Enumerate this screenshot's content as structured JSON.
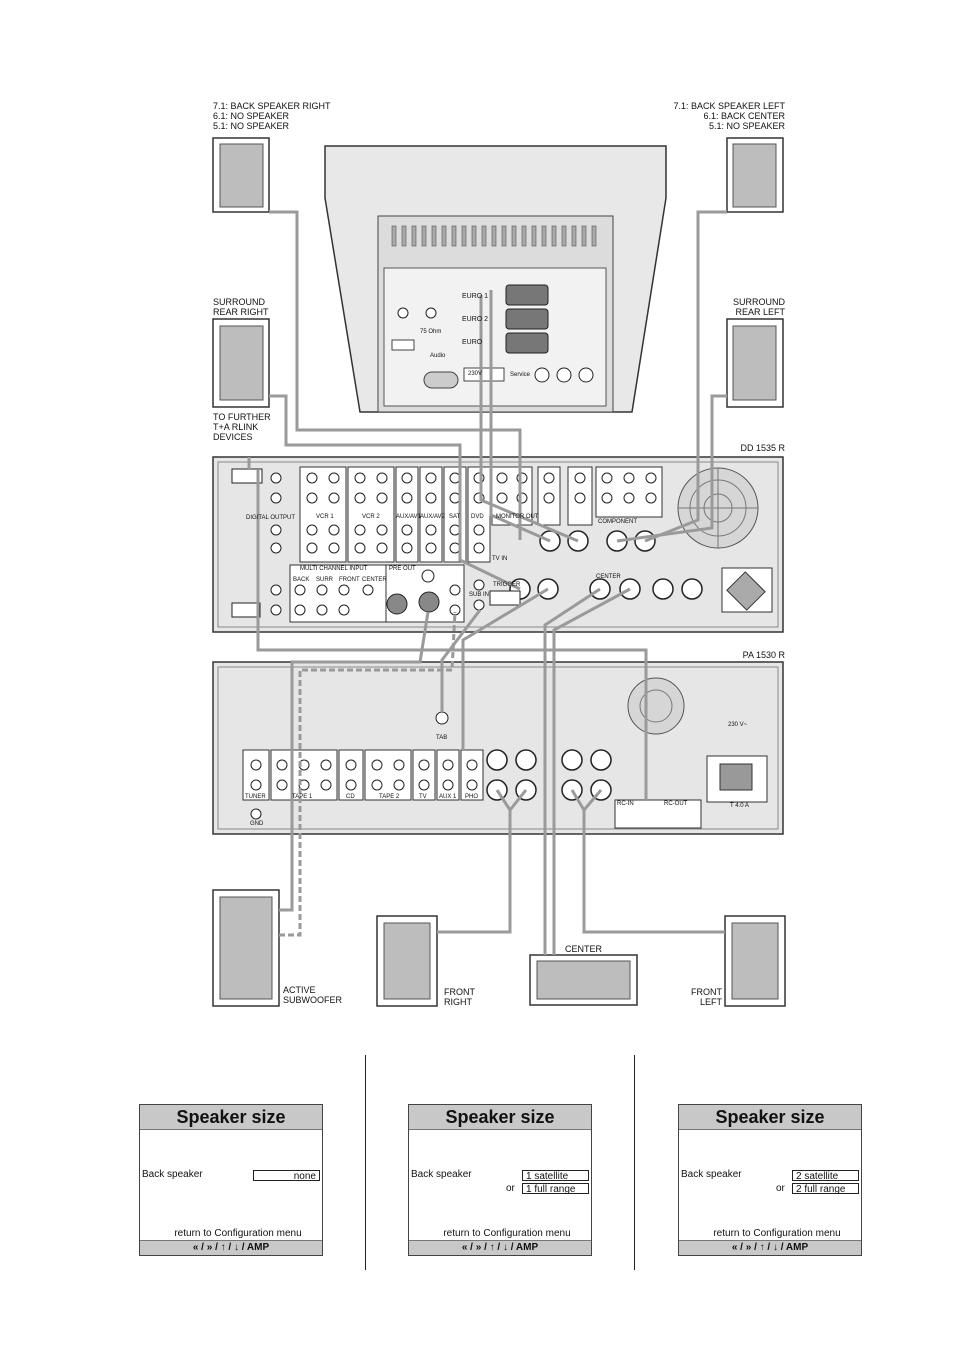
{
  "labels": {
    "back_right": [
      "7.1: BACK SPEAKER RIGHT",
      "6.1: NO SPEAKER",
      "5.1: NO SPEAKER"
    ],
    "back_left": [
      "7.1: BACK SPEAKER LEFT",
      "6.1: BACK CENTER",
      "5.1: NO SPEAKER"
    ],
    "surround_right": [
      "SURROUND",
      "REAR RIGHT"
    ],
    "surround_left": [
      "SURROUND",
      "REAR  LEFT"
    ],
    "rlink": [
      "TO FURTHER",
      "T+A RLINK",
      "DEVICES"
    ],
    "dd_model": "DD 1535 R",
    "pa_model": "PA 1530 R",
    "subwoofer": [
      "ACTIVE",
      "SUBWOOFER"
    ],
    "front_right": [
      "FRONT",
      "RIGHT"
    ],
    "center": "CENTER",
    "front_left": [
      "FRONT",
      "LEFT"
    ]
  },
  "tv": {
    "euro1": "EURO 1",
    "euro2": "EURO 2",
    "euro3": "EURO",
    "ohm": "75 Ohm",
    "audio": "Audio",
    "service": "Service",
    "power": "230V"
  },
  "dd_panel": {
    "digital_output": "DIGITAL OUTPUT",
    "vcr1": "VCR 1",
    "vcr2": "VCR 2",
    "aux_av1": "AUX/AV1",
    "aux_av2": "AUX/AV2",
    "sat": "SAT",
    "dvd": "DVD",
    "monitor_out": "MONITOR OUT",
    "tv_in": "TV IN",
    "component": "COMPONENT",
    "multi_channel_input": "MULTI CHANNEL INPUT",
    "pre_out": "PRE OUT",
    "back": "BACK",
    "surr": "SURR",
    "front": "FRONT",
    "center": "CENTER",
    "sub_in": "SUB IN",
    "trigger": "TRIGGER",
    "center_spk": "CENTER"
  },
  "pa_panel": {
    "tuner": "TUNER",
    "tape1": "TAPE 1",
    "cd": "CD",
    "tape2": "TAPE 2",
    "tv": "TV",
    "aux1": "AUX 1",
    "pho": "PHO",
    "gnd": "GND",
    "tab": "TAB",
    "rc_in": "RC-IN",
    "rc_out": "RC-OUT",
    "fuse": "T 4.0 A",
    "mains": "230 V~"
  },
  "menus": [
    {
      "title": "Speaker size",
      "label": "Back speaker",
      "field1": "none",
      "or": "",
      "field2": "",
      "return": "return to Configuration menu",
      "nav": "«  /  »  /  ↑  /  ↓  /  AMP"
    },
    {
      "title": "Speaker size",
      "label": "Back speaker",
      "field1": "1 satellite",
      "or": "or",
      "field2": "1 full range",
      "return": "return to Configuration menu",
      "nav": "«  /  »  /  ↑  /  ↓  /  AMP"
    },
    {
      "title": "Speaker size",
      "label": "Back speaker",
      "field1": "2 satellite",
      "or": "or",
      "field2": "2 full range",
      "return": "return to Configuration menu",
      "nav": "«  /  »  /  ↑  /  ↓  /  AMP"
    }
  ],
  "colors": {
    "speaker_fill": "#bdbdbd",
    "panel_fill": "#e6e6e6",
    "cable": "#9a9a9a",
    "title_bar": "#c8c8c8"
  }
}
